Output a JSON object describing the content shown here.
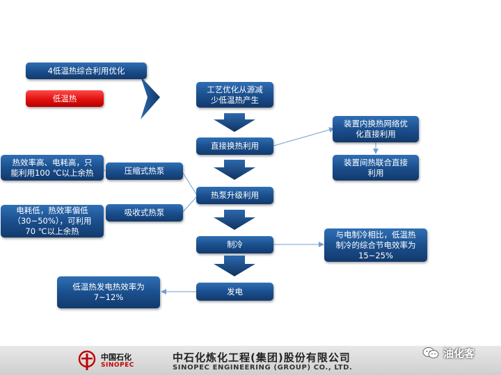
{
  "diagram": {
    "section_title": "4低温热综合利用优化",
    "low_temp_label": "低温热",
    "steps": {
      "process_opt": "工艺优化从源减\n少低温热产生",
      "direct_exchange": "直接换热利用",
      "heat_pump": "热泵升级利用",
      "refrigeration": "制冷",
      "power_gen": "发电"
    },
    "side_notes": {
      "unit_network": "装置内换热网络优\n化直接利用",
      "inter_unit": "装置间热联合直接\n利用",
      "compression_pump": "压缩式热泵",
      "compression_note": "热效率高、电耗高，只\n能利用100 ℃以上余热",
      "absorption_pump": "吸收式热泵",
      "absorption_note": "电耗低，热效率偏低\n（30~50%），可利用\n70 ℃以上余热",
      "refrigeration_note": "与电制冷相比，低温热\n制冷的综合节电效率为\n15~25%",
      "power_note": "低温热发电热效率为\n7~12%"
    }
  },
  "footer": {
    "logo_cn": "中国石化",
    "logo_en": "SINOPEC",
    "company_cn": "中石化炼化工程(集团)股份有限公司",
    "company_en": "SINOPEC ENGINEERING (GROUP) CO., LTD.",
    "brand": "油化客"
  },
  "colors": {
    "box_blue": "#1b4f8e",
    "box_red": "#e01010",
    "arrow_blue": "#123a6c",
    "connector": "#6f9fd0",
    "footer_bg": "#d8d8d8"
  }
}
